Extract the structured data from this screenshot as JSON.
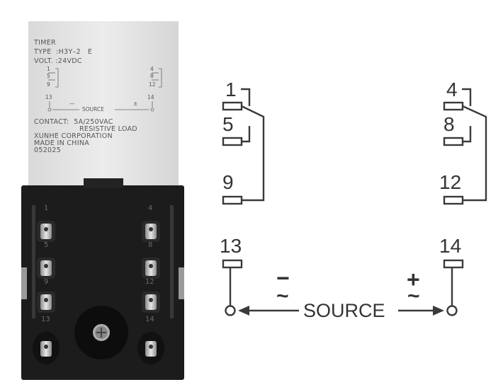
{
  "label_side": {
    "line1": "TIMER",
    "line2": "TYPE  :H3Y–2   E",
    "line3": "VOLT. :24VDC",
    "pins_left": [
      "1",
      "5",
      "9",
      "13"
    ],
    "pins_right": [
      "4",
      "8",
      "12",
      "14"
    ],
    "source_minus": "—",
    "source_plus": "±",
    "source_text": "SOURCE",
    "contact_line": "CONTACT:  5A/250VAC",
    "load_line": "RESISTIVE LOAD",
    "maker_line": "XUNHE CORPORATION",
    "origin_line": "MADE IN CHINA",
    "code_line": "052025"
  },
  "base": {
    "pin_labels_left": [
      "1",
      "5",
      "9",
      "13"
    ],
    "pin_labels_right": [
      "4",
      "8",
      "12",
      "14"
    ]
  },
  "diagram": {
    "terminals": {
      "t1": "1",
      "t5": "5",
      "t9": "9",
      "t13": "13",
      "t4": "4",
      "t8": "8",
      "t12": "12",
      "t14": "14"
    },
    "minus_sign": "−",
    "plus_sign": "+",
    "tilde": "~",
    "source_label": "SOURCE"
  },
  "colors": {
    "line": "#3a3a3a",
    "base": "#1c1c1c",
    "housing": "#e6e6e6"
  }
}
